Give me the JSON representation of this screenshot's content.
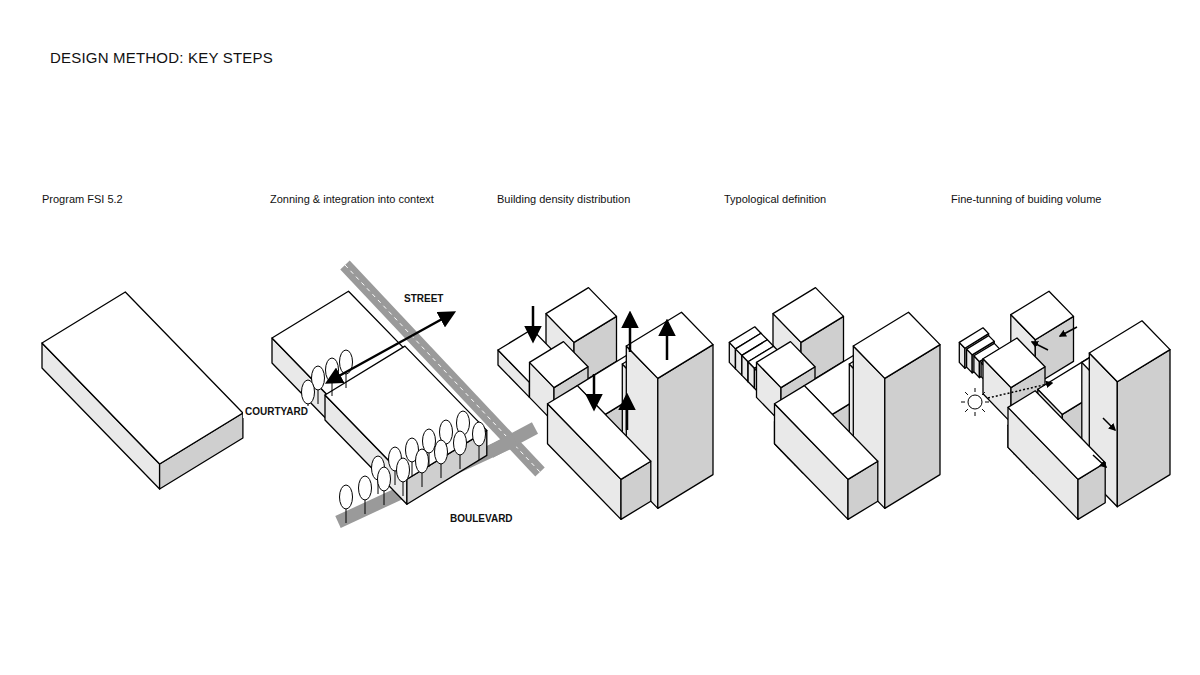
{
  "diagram": {
    "title": "DESIGN METHOD: KEY STEPS",
    "labels": [
      "Program FSI 5.2",
      "Zonning & integration into context",
      "Building density distribution",
      "Typological definition",
      "Fine-tunning of buiding volume",
      "STREET",
      "COURTYARD",
      "BOULEVARD"
    ]
  }
}
